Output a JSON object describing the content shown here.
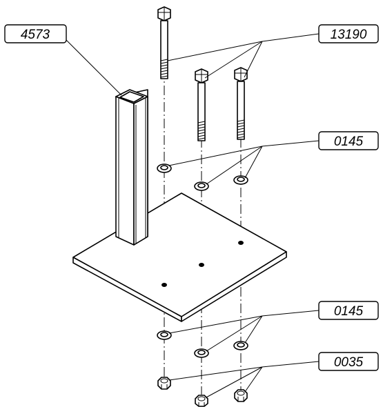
{
  "labels": {
    "post": "4573",
    "bolts": "13190",
    "washers_top": "0145",
    "washers_bottom": "0145",
    "nuts": "0035"
  },
  "colors": {
    "line": "#000000",
    "paper": "#ffffff"
  }
}
